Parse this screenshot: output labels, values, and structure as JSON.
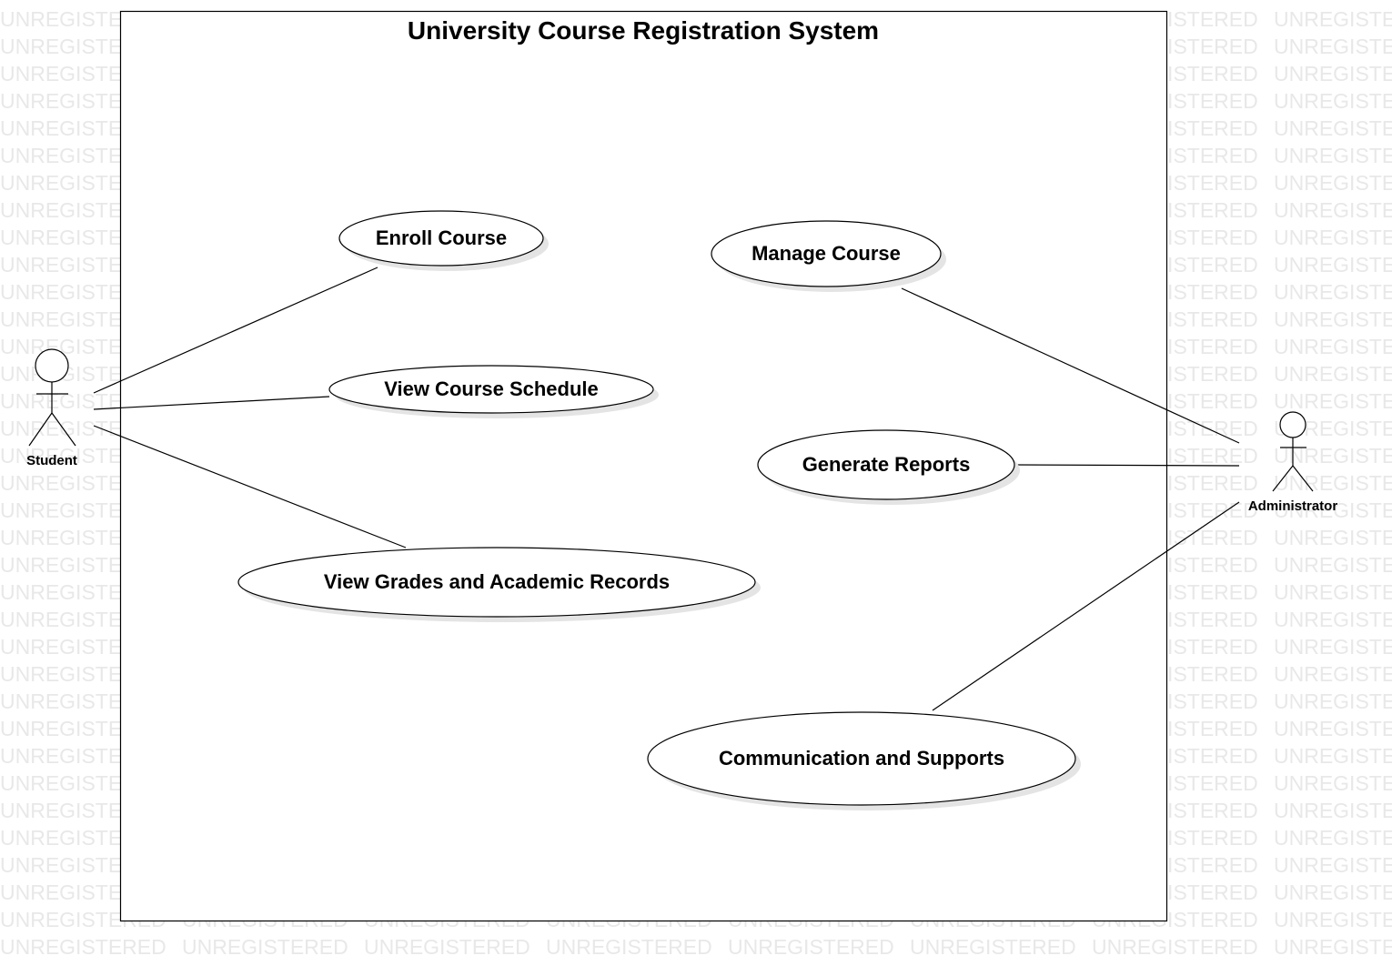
{
  "watermark": {
    "text": "UNREGISTERED",
    "color": "#e8e8e8"
  },
  "diagram": {
    "title": "University Course Registration System",
    "actors": {
      "student": "Student",
      "administrator": "Administrator"
    },
    "use_cases": {
      "enroll_course": "Enroll Course",
      "view_course_schedule": "View Course Schedule",
      "view_grades": "View Grades and Academic Records",
      "manage_course": "Manage Course",
      "generate_reports": "Generate Reports",
      "communication_support": "Communication and Supports"
    },
    "associations": [
      [
        "Student",
        "Enroll Course"
      ],
      [
        "Student",
        "View Course Schedule"
      ],
      [
        "Student",
        "View Grades and Academic Records"
      ],
      [
        "Administrator",
        "Manage Course"
      ],
      [
        "Administrator",
        "Generate Reports"
      ],
      [
        "Administrator",
        "Communication and Supports"
      ]
    ]
  },
  "colors": {
    "line": "#000000",
    "shadow": "#e4e4e4",
    "fill": "#ffffff"
  }
}
